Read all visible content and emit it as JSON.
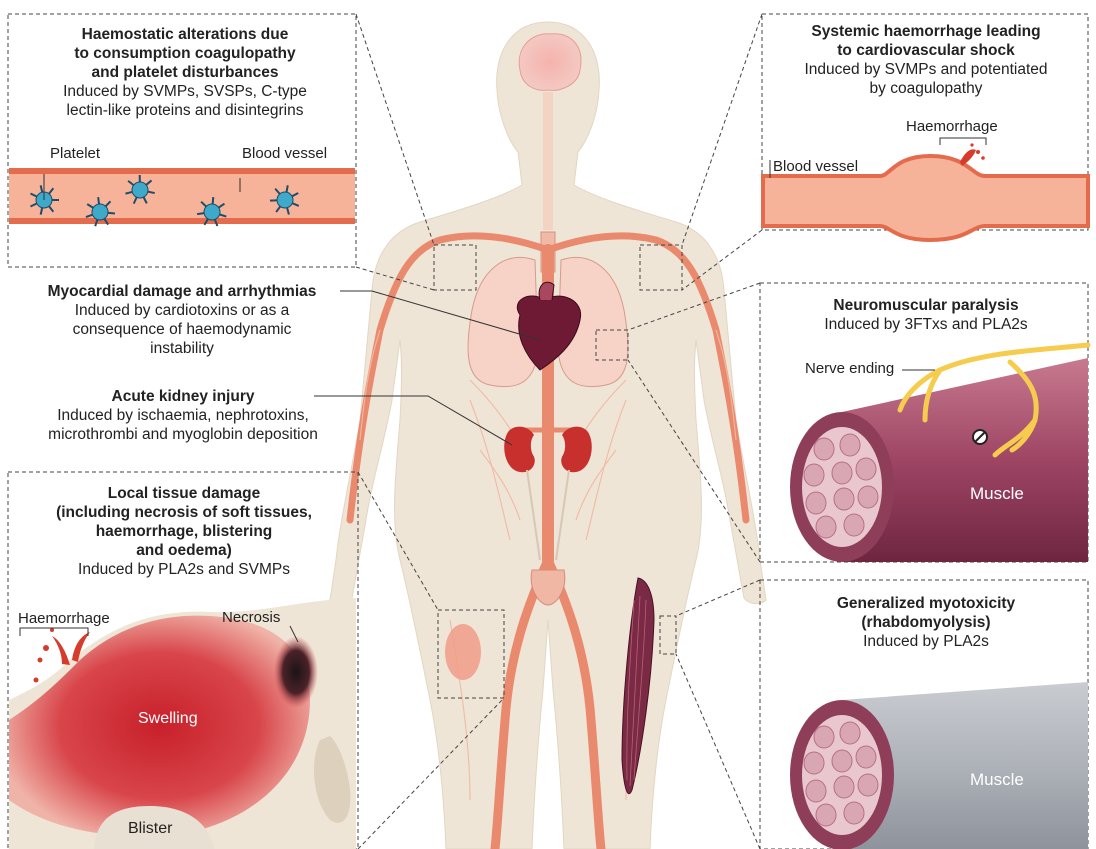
{
  "panels": {
    "haemostatic": {
      "title": [
        "Haemostatic alterations due",
        "to consumption coagulopathy",
        "and platelet disturbances"
      ],
      "subtitle": [
        "Induced by SVMPs, SVSPs, C-type",
        "lectin-like proteins and disintegrins"
      ],
      "labels": {
        "platelet": "Platelet",
        "vessel": "Blood vessel"
      }
    },
    "systemic": {
      "title": [
        "Systemic haemorrhage leading",
        "to cardiovascular shock"
      ],
      "subtitle": [
        "Induced by SVMPs and potentiated",
        "by coagulopathy"
      ],
      "labels": {
        "haemorrhage": "Haemorrhage",
        "vessel": "Blood vessel"
      }
    },
    "myocardial": {
      "title": [
        "Myocardial damage and arrhythmias"
      ],
      "subtitle": [
        "Induced by cardiotoxins or as a",
        "consequence of haemodynamic",
        "instability"
      ]
    },
    "kidney": {
      "title": [
        "Acute kidney injury"
      ],
      "subtitle": [
        "Induced by ischaemia, nephrotoxins,",
        "microthrombi and myoglobin deposition"
      ]
    },
    "local": {
      "title": [
        "Local tissue damage",
        "(including necrosis of soft tissues,",
        "haemorrhage, blistering",
        "and oedema)"
      ],
      "subtitle": [
        "Induced by PLA2s and SVMPs"
      ],
      "labels": {
        "haemorrhage": "Haemorrhage",
        "necrosis": "Necrosis",
        "swelling": "Swelling",
        "blister": "Blister"
      }
    },
    "neuromuscular": {
      "title": [
        "Neuromuscular paralysis"
      ],
      "subtitle": [
        "Induced by 3FTxs and PLA2s"
      ],
      "labels": {
        "nerve": "Nerve ending",
        "muscle": "Muscle"
      }
    },
    "myotoxicity": {
      "title": [
        "Generalized myotoxicity",
        "(rhabdomyolysis)"
      ],
      "subtitle": [
        "Induced by PLA2s"
      ],
      "labels": {
        "muscle": "Muscle"
      }
    }
  },
  "colors": {
    "skin": "#efe5d6",
    "vessel": "#e98a6e",
    "vesselLight": "#f7b79d",
    "organ": "#f6cfc4",
    "kidney": "#c8302e",
    "platelet": "#3fa9c9",
    "muscle": "#b85a73",
    "muscleGrey": "#a4a9b2",
    "blood": "#c72b2a"
  }
}
